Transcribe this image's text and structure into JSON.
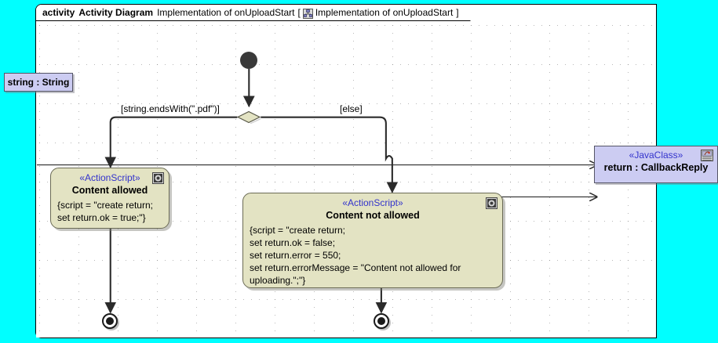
{
  "canvas": {
    "background_color": "#00FFFF",
    "frame_background": "#FFFFFF",
    "grid": "dotted"
  },
  "frame": {
    "kind_label": "activity",
    "diagram_type": "Activity Diagram",
    "name": "Implementation of onUploadStart",
    "bracket_open": "[",
    "bracket_close": "]",
    "icon": "activity-diagram-icon",
    "parameter_label": "Implementation of onUploadStart"
  },
  "nodes": {
    "object_input": {
      "label": "string : String",
      "fill_color": "#CCCCF2",
      "border_color": "#555566",
      "kind": "object-node"
    },
    "initial": {
      "kind": "initial-node",
      "color": "#3a3a3a"
    },
    "decision": {
      "kind": "decision-node",
      "fill_color": "#E3E3C3"
    },
    "action_allowed": {
      "stereotype": "«ActionScript»",
      "name": "Content allowed",
      "body": "{script = \"create return;\nset return.ok = true;\"}",
      "fill_color": "#E3E3C3",
      "badge_icon": "script-gear-icon"
    },
    "action_not_allowed": {
      "stereotype": "«ActionScript»",
      "name": "Content not allowed",
      "body": "{script = \"create return;\nset return.ok = false;\nset return.error = 550;\nset return.errorMessage = \"Content not allowed for\nuploading.\";\"}",
      "fill_color": "#E3E3C3",
      "badge_icon": "script-gear-icon"
    },
    "java_class": {
      "stereotype": "«JavaClass»",
      "name": "return : CallbackReply",
      "fill_color": "#CCCCF2",
      "border_color": "#555566",
      "badge_icon": "java-class-icon"
    },
    "final_left": {
      "kind": "activity-final-node"
    },
    "final_right": {
      "kind": "activity-final-node"
    }
  },
  "edges": {
    "guard_pdf": "[string.endsWith(\".pdf\")]",
    "guard_else": "[else]",
    "stroke_color": "#2b2b2b"
  }
}
